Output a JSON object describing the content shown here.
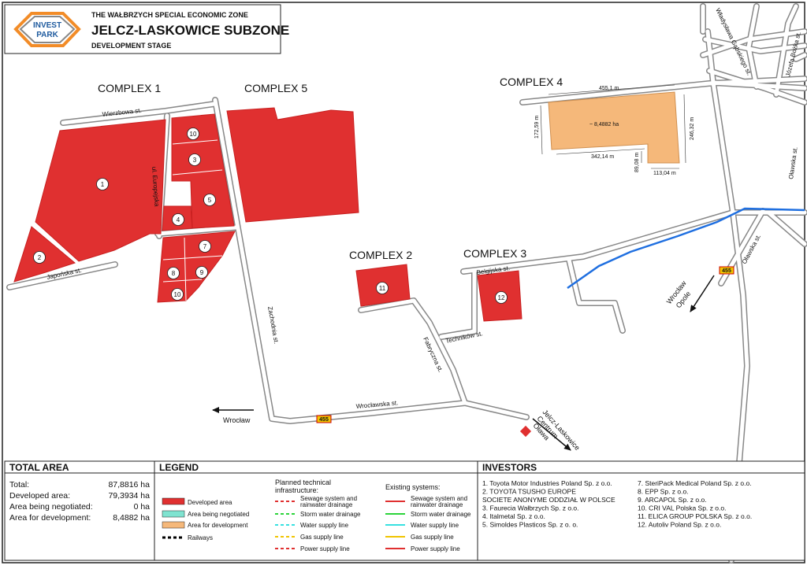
{
  "header": {
    "logo_top": "INVEST",
    "logo_bottom": "PARK",
    "zone": "THE WAŁBRZYCH SPECIAL ECONOMIC ZONE",
    "subzone": "JELCZ-LASKOWICE SUBZONE",
    "stage": "DEVELOPMENT STAGE"
  },
  "complexes": {
    "c1": "COMPLEX 1",
    "c2": "COMPLEX 2",
    "c3": "COMPLEX 3",
    "c4": "COMPLEX 4",
    "c5": "COMPLEX 5"
  },
  "plots": {
    "p1": "1",
    "p2": "2",
    "p3": "3",
    "p4": "4",
    "p5": "5",
    "p7": "7",
    "p8": "8",
    "p9": "9",
    "p10a": "10",
    "p10b": "10",
    "p11": "11",
    "p12": "12"
  },
  "streets": {
    "wierzbowa": "Wierzbowa st.",
    "europejska": "ul. Europejska",
    "japonska": "Japońska st.",
    "zachodnia": "Zachodnia st.",
    "wroclawska": "Wrocławska st.",
    "fabryczna": "Fabryczna st.",
    "technikow": "Techników st.",
    "belgijska": "Belgijska st.",
    "gabskiego": "Władysława Gąbskiego st.",
    "bozka": "Józefa Bożka st.",
    "olawska1": "Oławska st.",
    "olawska2": "Oławska st."
  },
  "road_badge": "455",
  "directions": {
    "wroclaw": "Wrocław",
    "wroclaw_opole_1": "Wrocław",
    "wroclaw_opole_2": "Opole",
    "jelcz_1": "Jelcz-Laskowice",
    "jelcz_2": "Centrum",
    "olawa": "Oława"
  },
  "dimensions": {
    "area": "~ 8,4882 ha",
    "top": "455,1 m",
    "left": "172,59 m",
    "right": "246,32 m",
    "inner": "342,14 m",
    "step": "89,08 m",
    "bottom": "113,04 m"
  },
  "total_area": {
    "title": "TOTAL AREA",
    "rows": [
      {
        "label": "Total:",
        "value": "87,8816 ha"
      },
      {
        "label": "Developed area:",
        "value": "79,3934 ha"
      },
      {
        "label": "Area being negotiated:",
        "value": "0 ha"
      },
      {
        "label": "Area for development:",
        "value": "8,4882 ha"
      }
    ]
  },
  "legend": {
    "title": "LEGEND",
    "areas": [
      {
        "label": "Developed area",
        "color": "#e03030"
      },
      {
        "label": "Area being negotiated",
        "color": "#7fe3d0"
      },
      {
        "label": "Area for development",
        "color": "#f5b87a"
      },
      {
        "label": "Railways",
        "color": "#000000"
      }
    ],
    "planned_title_1": "Planned technical",
    "planned_title_2": "infrastructure:",
    "existing_title": "Existing systems:",
    "sewage_1": "Sewage system and",
    "sewage_2": "rainwater drainage",
    "systems": [
      {
        "label": "Storm water drainage",
        "color": "#2bd43a"
      },
      {
        "label": "Water supply line",
        "color": "#38e0e0"
      },
      {
        "label": "Gas supply line",
        "color": "#f0c400"
      },
      {
        "label": "Power supply line",
        "color": "#e03030"
      }
    ],
    "sewage_color": "#e03030"
  },
  "investors": {
    "title": "INVESTORS",
    "col1": [
      "1. Toyota Motor Industries Poland Sp. z o.o.",
      "2. TOYOTA TSUSHO EUROPE",
      "SOCIETE ANONYME ODDZIAŁ W POLSCE",
      "3. Faurecia Wałbrzych Sp. z o.o.",
      "4. Italmetal Sp. z o.o.",
      "5. Simoldes Plasticos Sp. z o. o."
    ],
    "col2": [
      "7. SteriPack Medical Poland Sp. z o.o.",
      "8. EPP Sp. z o.o.",
      "9. ARCAPOL Sp. z o.o.",
      "10. CRI VAL Polska Sp. z o.o.",
      "11. ELICA GROUP POLSKA Sp. z o.o.",
      "12. Autoliv Poland Sp. z o.o."
    ]
  }
}
